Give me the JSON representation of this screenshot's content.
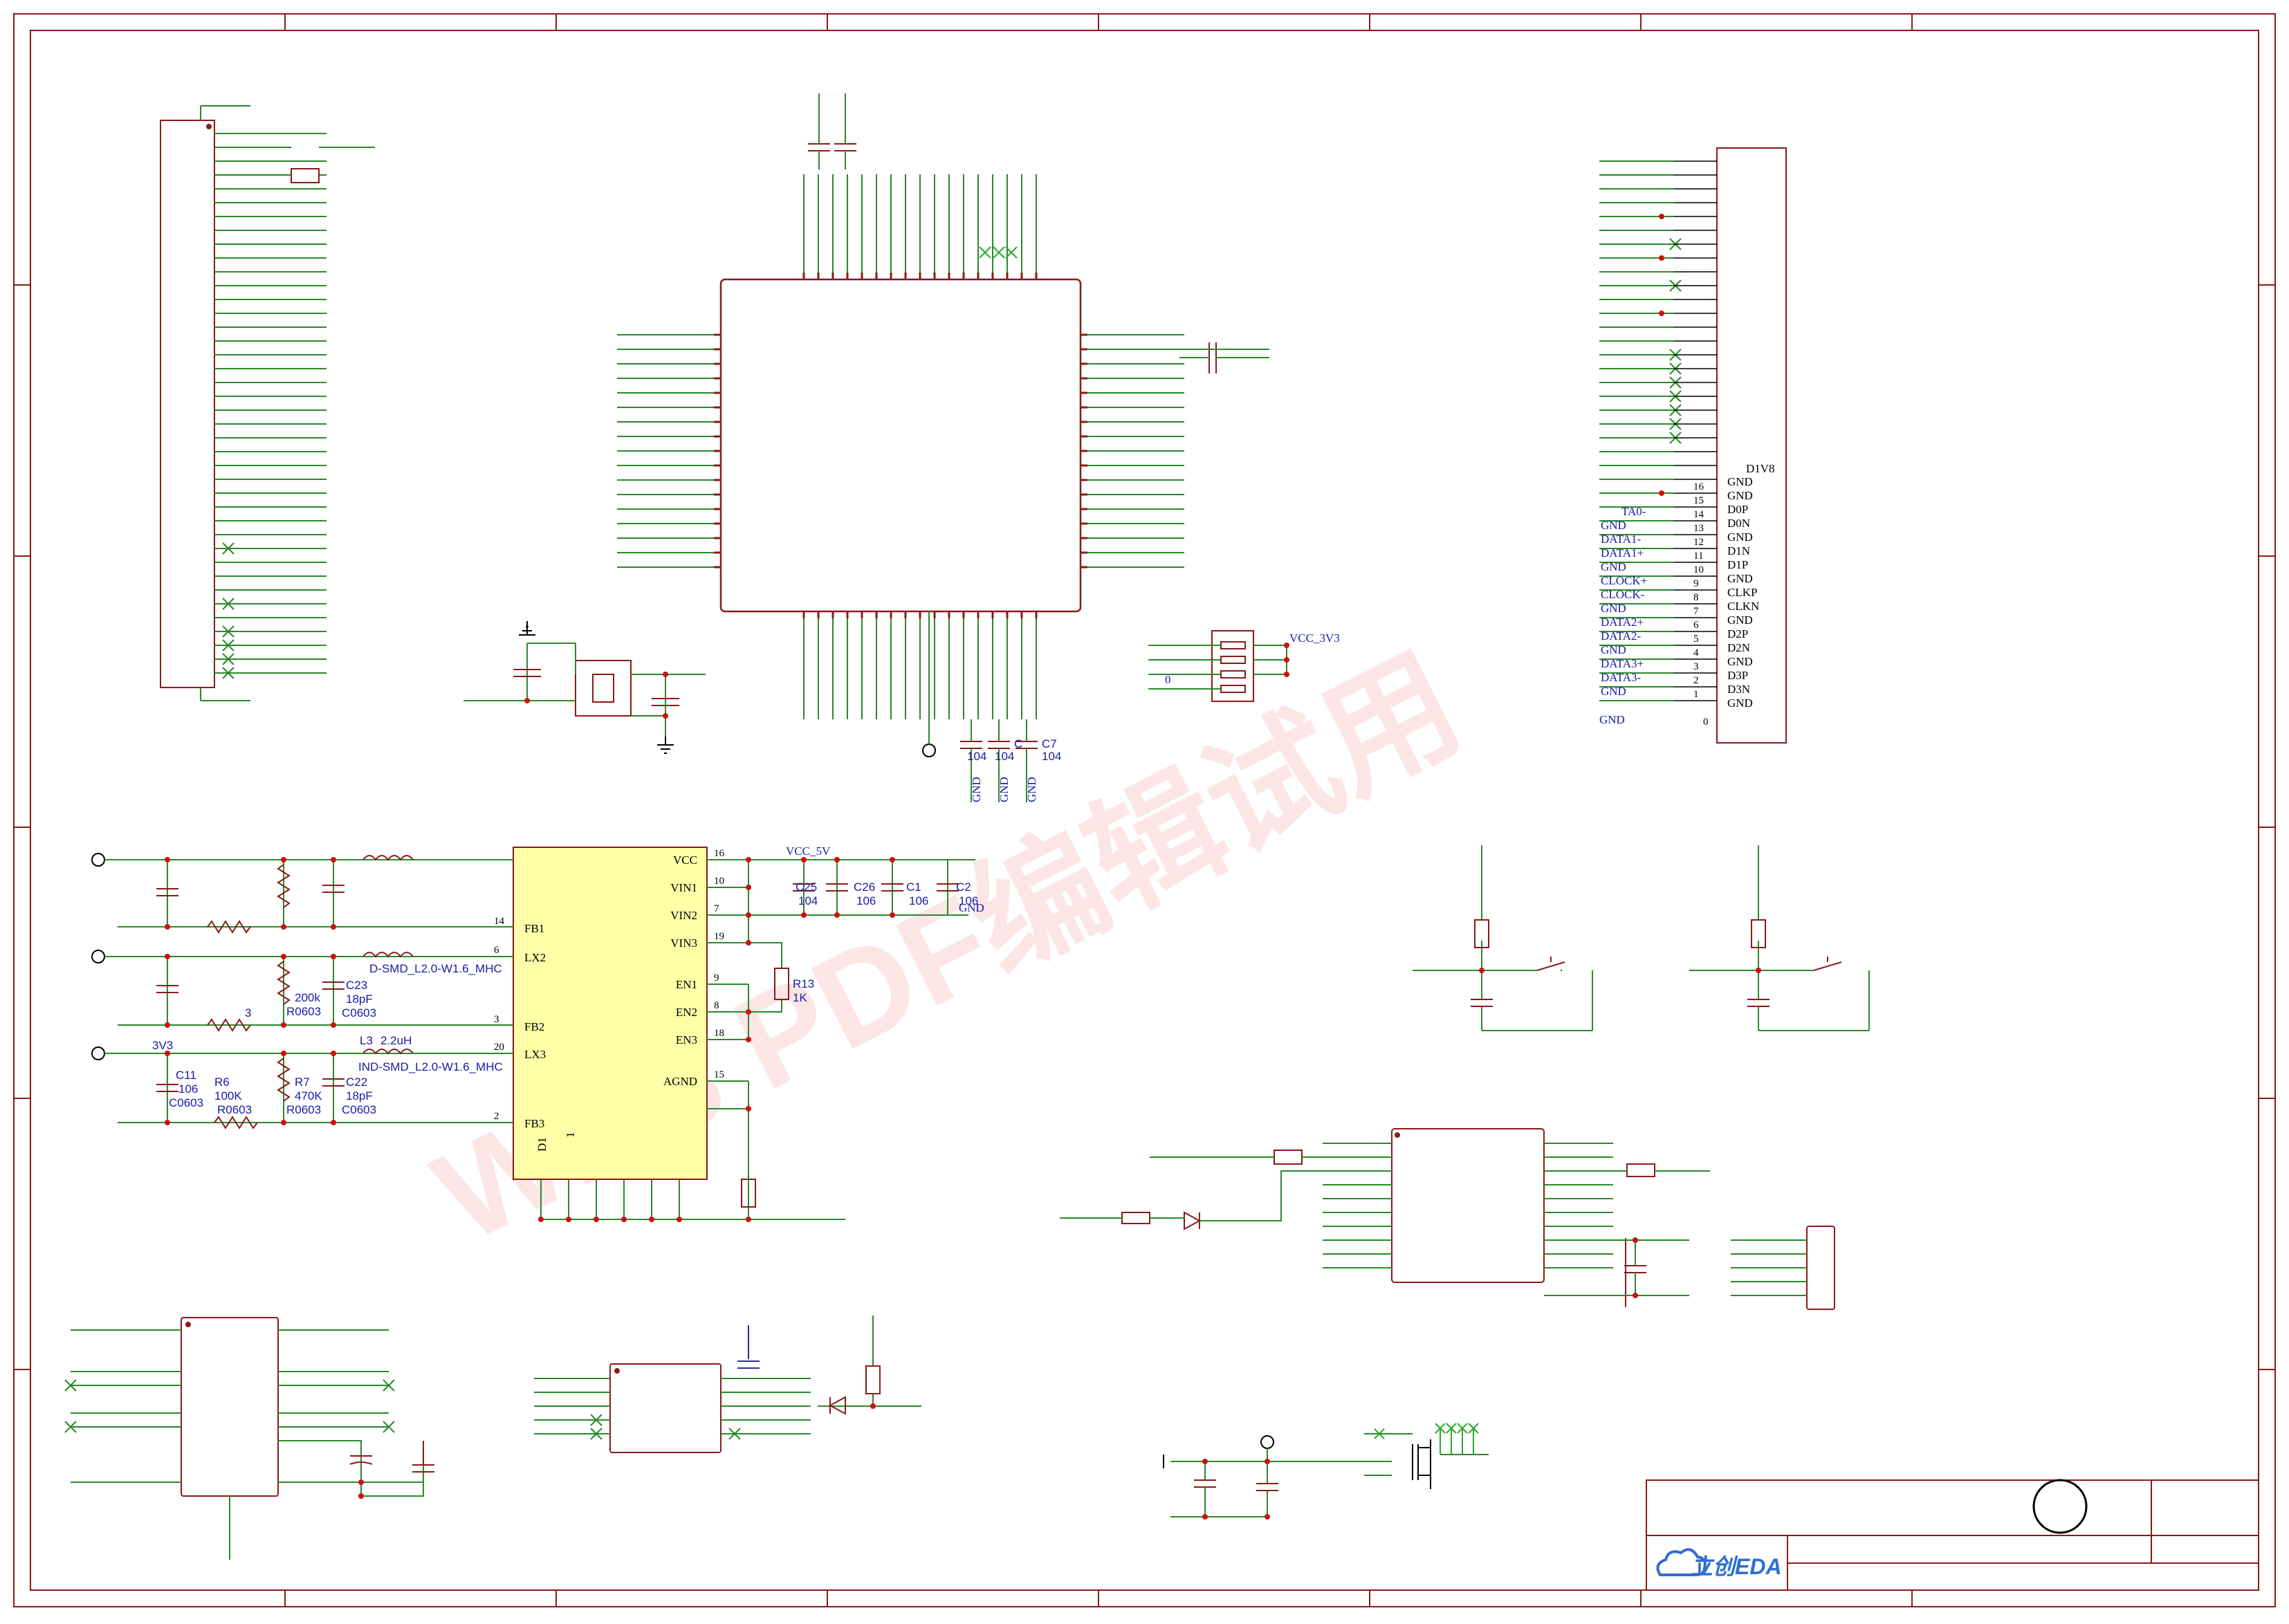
{
  "watermark": "WPS PDF编辑试用",
  "title_block": {
    "brand": "立创EDA"
  },
  "top_connector": {
    "top_label": "D1V8",
    "pin_names": [
      "GND",
      "GND",
      "D0P",
      "D0N",
      "GND",
      "D1N",
      "D1P",
      "GND",
      "CLKP",
      "CLKN",
      "GND",
      "D2P",
      "D2N",
      "GND",
      "D3P",
      "D3N",
      "GND"
    ],
    "pin_numbers": [
      "16",
      "15",
      "14",
      "13",
      "12",
      "11",
      "10",
      "9",
      "8",
      "7",
      "6",
      "5",
      "4",
      "3",
      "2",
      "1"
    ],
    "nets": [
      "TA0-",
      "GND",
      "DATA1-",
      "DATA1+",
      "GND",
      "CLOCK+",
      "CLOCK-",
      "GND",
      "DATA2+",
      "DATA2-",
      "GND",
      "DATA3+",
      "DATA3-",
      "GND"
    ],
    "bottom_net": "GND",
    "bottom_pin": "0"
  },
  "mcu_caps": {
    "labels": [
      "C",
      "C7"
    ],
    "values": [
      "104",
      "104",
      "104"
    ],
    "gnd_nets": [
      "GND",
      "GND",
      "GND"
    ]
  },
  "small_connector": {
    "net": "VCC_3V3",
    "pin": "0"
  },
  "pmic": {
    "left_pins": [
      "FB1",
      "LX2",
      "FB2",
      "LX3",
      "FB3"
    ],
    "left_pin_numbers": [
      "14",
      "6",
      "3",
      "20",
      "2"
    ],
    "right_pins": [
      "VCC",
      "VIN1",
      "VIN2",
      "VIN3",
      "EN1",
      "EN2",
      "EN3",
      "AGND"
    ],
    "right_pin_numbers": [
      "16",
      "10",
      "7",
      "19",
      "9",
      "8",
      "18",
      "15"
    ],
    "designator": "D1",
    "pin_one": "1",
    "vcc_net": "VCC_5V",
    "gnd_net": "GND",
    "input_caps": [
      {
        "name": "C25",
        "value": "104"
      },
      {
        "name": "C26",
        "value": "106"
      },
      {
        "name": "C1",
        "value": "106"
      },
      {
        "name": "C2",
        "value": "106"
      }
    ],
    "r13": {
      "name": "R13",
      "value": "1K"
    },
    "net_3v3": "3V3",
    "num_3": "3",
    "c11": {
      "name": "C11",
      "value": "106",
      "pkg": "C0603"
    },
    "r6": {
      "name": "R6",
      "value": "100K",
      "pkg": "R0603"
    },
    "r_top": {
      "value": "200k",
      "pkg": "R0603"
    },
    "r7": {
      "name": "R7",
      "value": "470K",
      "pkg": "R0603"
    },
    "c23": {
      "name": "C23",
      "value": "18pF",
      "pkg": "C0603"
    },
    "c22": {
      "name": "C22",
      "value": "18pF",
      "pkg": "C0603"
    },
    "l2_pkg": "D-SMD_L2.0-W1.6_MHC",
    "l3": {
      "name": "L3",
      "value": "2.2uH",
      "pkg": "IND-SMD_L2.0-W1.6_MHC"
    }
  },
  "colors": {
    "wire": "#2a8a2a",
    "part": "#8a1a1a",
    "label": "#1a1aa6",
    "ic_fill": "#ffffa8",
    "watermark": "#f28c8c",
    "brand": "#2e6fd0"
  },
  "icons": {
    "logo": "cloud-logo-icon",
    "ground": "ground-symbol-icon"
  }
}
